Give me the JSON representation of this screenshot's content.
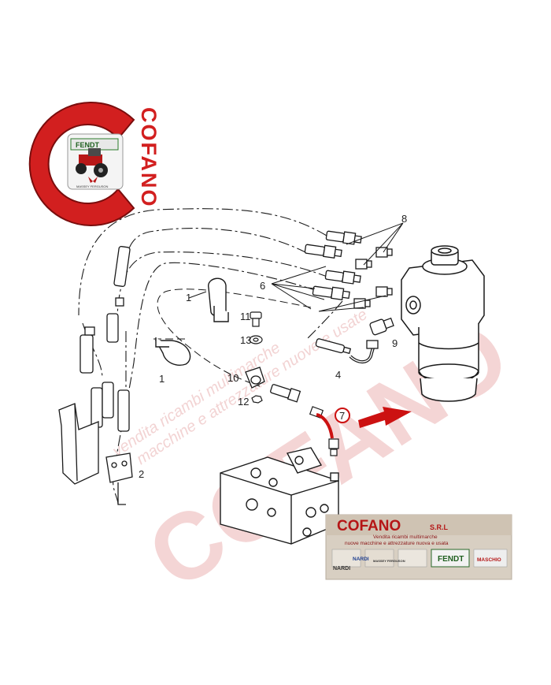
{
  "watermark": {
    "main": "COFANO",
    "line1": "vendita ricambi multimarche",
    "line2": "macchine e attrezzature nuove e usate"
  },
  "logo": {
    "vertical_text": "COFANO",
    "badge_text": "FENDT",
    "footer_text": "MASSEY FERGUSON"
  },
  "banner": {
    "title": "COFANO",
    "title_suffix": "S.R.L",
    "line1": "Vendita ricambi multimarche",
    "line2": "nuove macchine e attrezzature nuova e usata",
    "brands": [
      "NARDI",
      "MASSEY FERGUSON",
      "FENDT",
      "MASCHIO",
      "NARDI"
    ]
  },
  "callouts": [
    "1",
    "1",
    "2",
    "4",
    "6",
    "7",
    "8",
    "9",
    "10",
    "11",
    "12",
    "13"
  ],
  "colors": {
    "brand_red": "#d21f1f",
    "line": "#1a1a1a",
    "highlight": "#cc1111"
  }
}
